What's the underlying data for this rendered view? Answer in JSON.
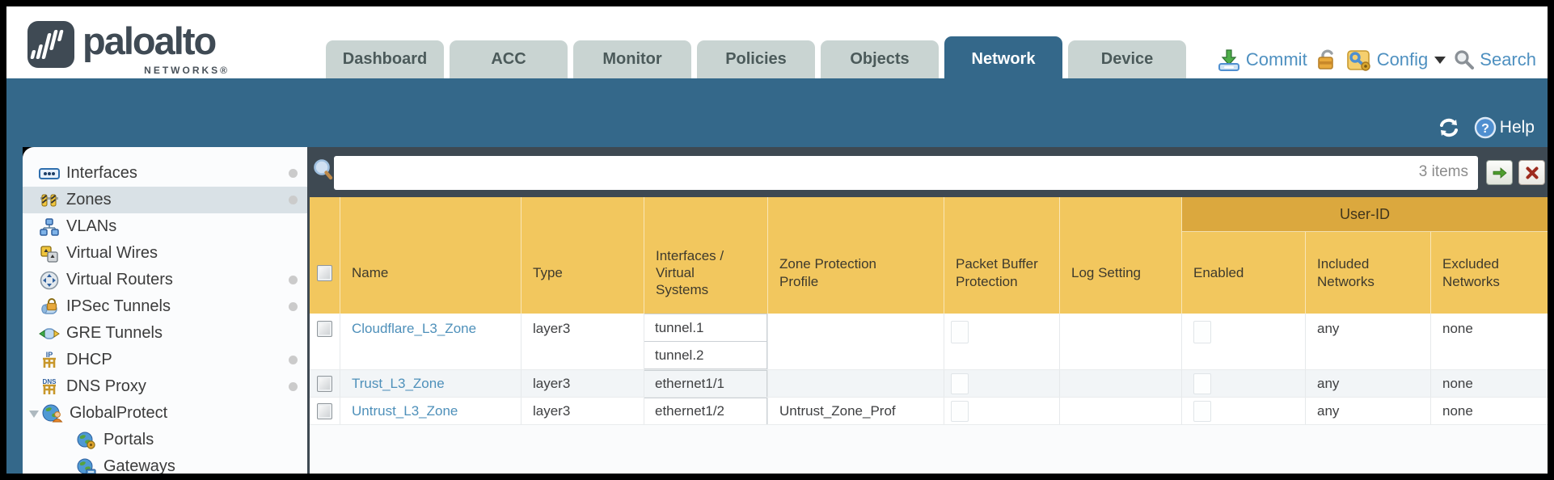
{
  "brand": {
    "name": "paloalto",
    "subtitle": "NETWORKS®"
  },
  "tabs": [
    {
      "label": "Dashboard"
    },
    {
      "label": "ACC"
    },
    {
      "label": "Monitor"
    },
    {
      "label": "Policies"
    },
    {
      "label": "Objects"
    },
    {
      "label": "Network"
    },
    {
      "label": "Device"
    }
  ],
  "actions": {
    "commit": "Commit",
    "config": "Config",
    "search": "Search"
  },
  "band": {
    "help": "Help"
  },
  "sidebar": {
    "items": [
      {
        "label": "Interfaces"
      },
      {
        "label": "Zones"
      },
      {
        "label": "VLANs"
      },
      {
        "label": "Virtual Wires"
      },
      {
        "label": "Virtual Routers"
      },
      {
        "label": "IPSec Tunnels"
      },
      {
        "label": "GRE Tunnels"
      },
      {
        "label": "DHCP"
      },
      {
        "label": "DNS Proxy"
      },
      {
        "label": "GlobalProtect"
      },
      {
        "label": "Portals"
      },
      {
        "label": "Gateways"
      }
    ]
  },
  "filter": {
    "count": "3 items"
  },
  "colors": {
    "teal": "#34688a",
    "gold": "#f2c75e",
    "gold_dark": "#dba83e",
    "slate": "#3e4952",
    "link": "#4e90ba"
  },
  "table": {
    "group_header": "User-ID",
    "columns": [
      "Name",
      "Type",
      "Interfaces / Virtual Systems",
      "Zone Protection Profile",
      "Packet Buffer Protection",
      "Log Setting",
      "Enabled",
      "Included Networks",
      "Excluded Networks"
    ],
    "rows": [
      {
        "name": "Cloudflare_L3_Zone",
        "type": "layer3",
        "interfaces": [
          "tunnel.1",
          "tunnel.2"
        ],
        "zone_protection_profile": "",
        "log_setting": "",
        "included_networks": "any",
        "excluded_networks": "none"
      },
      {
        "name": "Trust_L3_Zone",
        "type": "layer3",
        "interfaces": [
          "ethernet1/1"
        ],
        "zone_protection_profile": "",
        "log_setting": "",
        "included_networks": "any",
        "excluded_networks": "none"
      },
      {
        "name": "Untrust_L3_Zone",
        "type": "layer3",
        "interfaces": [
          "ethernet1/2"
        ],
        "zone_protection_profile": "Untrust_Zone_Prof",
        "log_setting": "",
        "included_networks": "any",
        "excluded_networks": "none"
      }
    ]
  }
}
